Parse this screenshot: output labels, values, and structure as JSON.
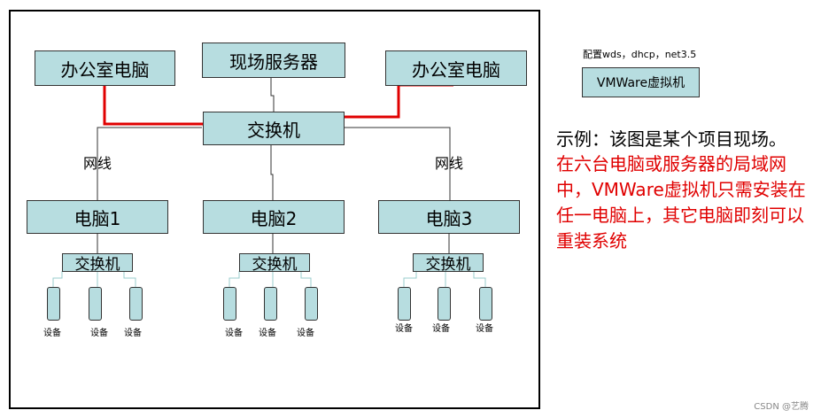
{
  "diagram": {
    "office_pc_left": "办公室电脑",
    "site_server": "现场服务器",
    "office_pc_right": "办公室电脑",
    "main_switch": "交换机",
    "cable_left": "网线",
    "cable_right": "网线",
    "pcs": [
      {
        "name": "电脑1",
        "switch": "交换机",
        "devices": [
          "设备",
          "设备",
          "设备"
        ]
      },
      {
        "name": "电脑2",
        "switch": "交换机",
        "devices": [
          "设备",
          "设备",
          "设备"
        ]
      },
      {
        "name": "电脑3",
        "switch": "交换机",
        "devices": [
          "设备",
          "设备",
          "设备"
        ]
      }
    ]
  },
  "config_note": "配置wds，dhcp，net3.5",
  "vmware_box": "VMWare虚拟机",
  "example_note": "示例：该图是某个项目现场。",
  "red_note": "在六台电脑或服务器的局域网中，VMWare虚拟机只需安装在任一电脑上，其它电脑即刻可以重装系统",
  "watermark": "CSDN @艺腾",
  "colors": {
    "box_fill": "#b7dde0",
    "highlight_line": "#e00000",
    "note_red": "#e00000"
  }
}
